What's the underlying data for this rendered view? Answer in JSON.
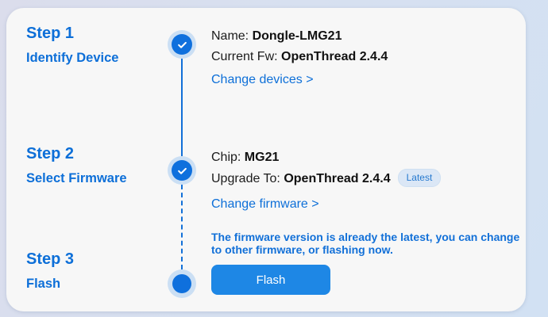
{
  "steps": [
    {
      "title": "Step 1",
      "subtitle": "Identify Device",
      "status": "done"
    },
    {
      "title": "Step 2",
      "subtitle": "Select Firmware",
      "status": "done"
    },
    {
      "title": "Step 3",
      "subtitle": "Flash",
      "status": "current"
    }
  ],
  "device": {
    "name_label": "Name: ",
    "name": "Dongle-LMG21",
    "fw_label": "Current Fw: ",
    "fw": "OpenThread 2.4.4",
    "change_link": "Change devices >"
  },
  "firmware": {
    "chip_label": "Chip: ",
    "chip": "MG21",
    "upgrade_label": "Upgrade To: ",
    "upgrade": "OpenThread 2.4.4",
    "badge": "Latest",
    "change_link": "Change firmware >"
  },
  "flash": {
    "note_line1": "The firmware version is already the latest, you can change",
    "note_line2": "to other firmware, or flashing now.",
    "button_label": "Flash"
  },
  "colors": {
    "accent": "#0d6fd8",
    "button": "#1e87e5",
    "circle": "#0f70dd",
    "halo": "#cbdff4",
    "badge_bg": "#dbe7f6",
    "card_bg": "#f7f7f7"
  }
}
